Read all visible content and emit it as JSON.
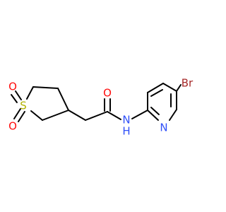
{
  "structure": {
    "atoms": {
      "bromine": "Br",
      "pyridine_nitrogen": "N",
      "amide_nitrogen": "N",
      "amide_hydrogen": "H",
      "carbonyl_oxygen": "O",
      "sulfur": "S",
      "sulfonyl_oxygen_top": "O",
      "sulfonyl_oxygen_bottom": "O"
    }
  },
  "colors": {
    "carbon_bond": "#000000",
    "bromine": "#A62929",
    "nitrogen": "#3050F8",
    "oxygen": "#FF0D0D",
    "sulfur": "#B2B200"
  }
}
